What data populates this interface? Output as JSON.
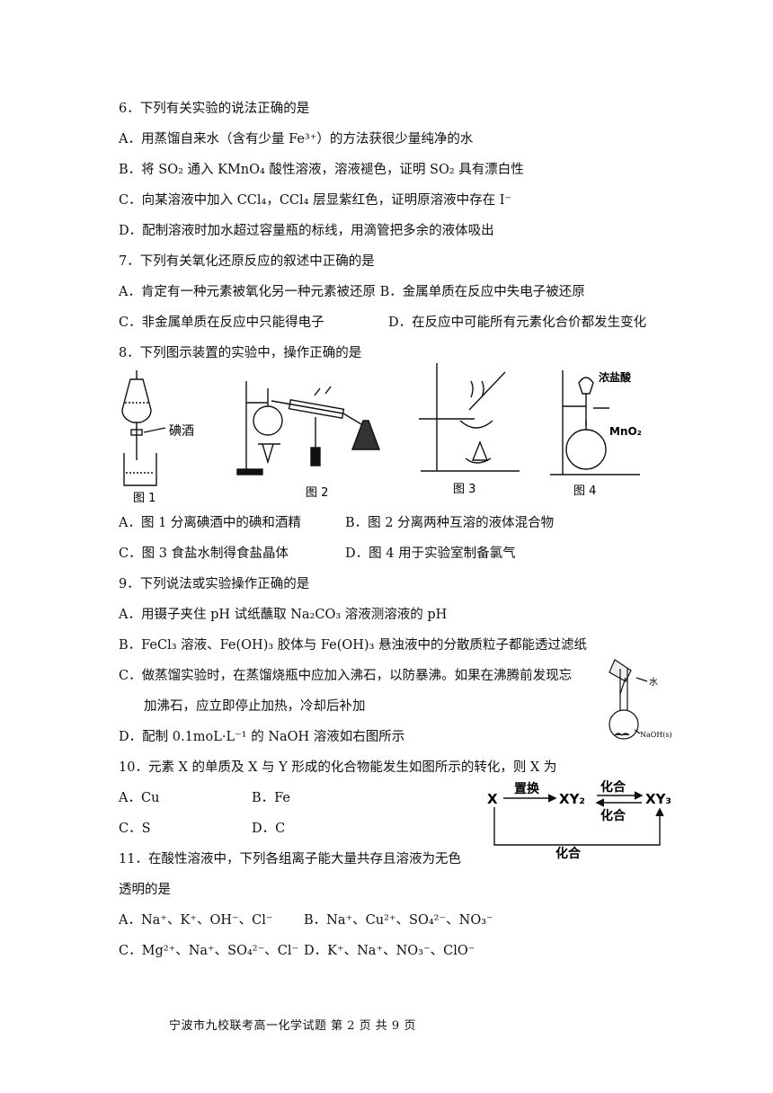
{
  "q6": {
    "stem": "6．下列有关实验的说法正确的是",
    "A": "A．用蒸馏自来水（含有少量 Fe³⁺）的方法获很少量纯净的水",
    "B": "B．将 SO₂ 通入 KMnO₄ 酸性溶液，溶液褪色，证明 SO₂ 具有漂白性",
    "C": "C．向某溶液中加入 CCl₄，CCl₄ 层显紫红色，证明原溶液中存在 I⁻",
    "D": "D．配制溶液时加水超过容量瓶的标线，用滴管把多余的液体吸出"
  },
  "q7": {
    "stem": "7．下列有关氧化还原反应的叙述中正确的是",
    "AB": "A．肯定有一种元素被氧化另一种元素被还原  B．金属单质在反应中失电子被还原",
    "C": "C．非金属单质在反应中只能得电子",
    "D": "D．在反应中可能所有元素化合价都发生变化"
  },
  "q8": {
    "stem": "8．下列图示装置的实验中，操作正确的是",
    "fig1_label": "碘酒",
    "fig1_caption": "图 1",
    "fig2_caption": "图 2",
    "fig3_caption": "图 3",
    "fig4_caption": "图 4",
    "fig4_label_top": "浓盐酸",
    "fig4_label_mno2": "MnO₂",
    "A": "A．图 1 分离碘酒中的碘和酒精",
    "B": "B．图 2 分离两种互溶的液体混合物",
    "C": "C．图 3 食盐水制得食盐晶体",
    "D": "D．图 4 用于实验室制备氯气"
  },
  "q9": {
    "stem": "9．下列说法或实验操作正确的是",
    "A": "A．用镊子夹住 pH 试纸蘸取 Na₂CO₃ 溶液测溶液的 pH",
    "B": "B．FeCl₃ 溶液、Fe(OH)₃ 胶体与 Fe(OH)₃ 悬浊液中的分散质粒子都能透过滤纸",
    "C1": "C．做蒸馏实验时，在蒸馏烧瓶中应加入沸石，以防暴沸。如果在沸腾前发现忘",
    "C2": "加沸石，应立即停止加热，冷却后补加",
    "D": "D．配制 0.1moL·L⁻¹ 的 NaOH 溶液如右图所示",
    "fig_water": "水",
    "fig_naoh": "NaOH(s)"
  },
  "q10": {
    "stem": "10．元素 X 的单质及 X 与 Y 形成的化合物能发生如图所示的转化，则 X 为",
    "A": "A．Cu",
    "B": "B．Fe",
    "C": "C．S",
    "D": "D．C",
    "diagram": {
      "x": "X",
      "xy2": "XY₂",
      "xy3": "XY₃",
      "displacement": "置换",
      "combine_top": "化合",
      "combine_mid": "化合",
      "combine_bottom": "化合"
    }
  },
  "q11": {
    "stem1": "11．在酸性溶液中，下列各组离子能大量共存且溶液为无色",
    "stem2": "透明的是",
    "A": "A．Na⁺、K⁺、OH⁻、Cl⁻",
    "B": "B．Na⁺、Cu²⁺、SO₄²⁻、NO₃⁻",
    "C": "C．Mg²⁺、Na⁺、SO₄²⁻、Cl⁻",
    "D": "D．K⁺、Na⁺、NO₃⁻、ClO⁻"
  },
  "footer": "宁波市九校联考高一化学试题 第 2 页 共 9 页"
}
